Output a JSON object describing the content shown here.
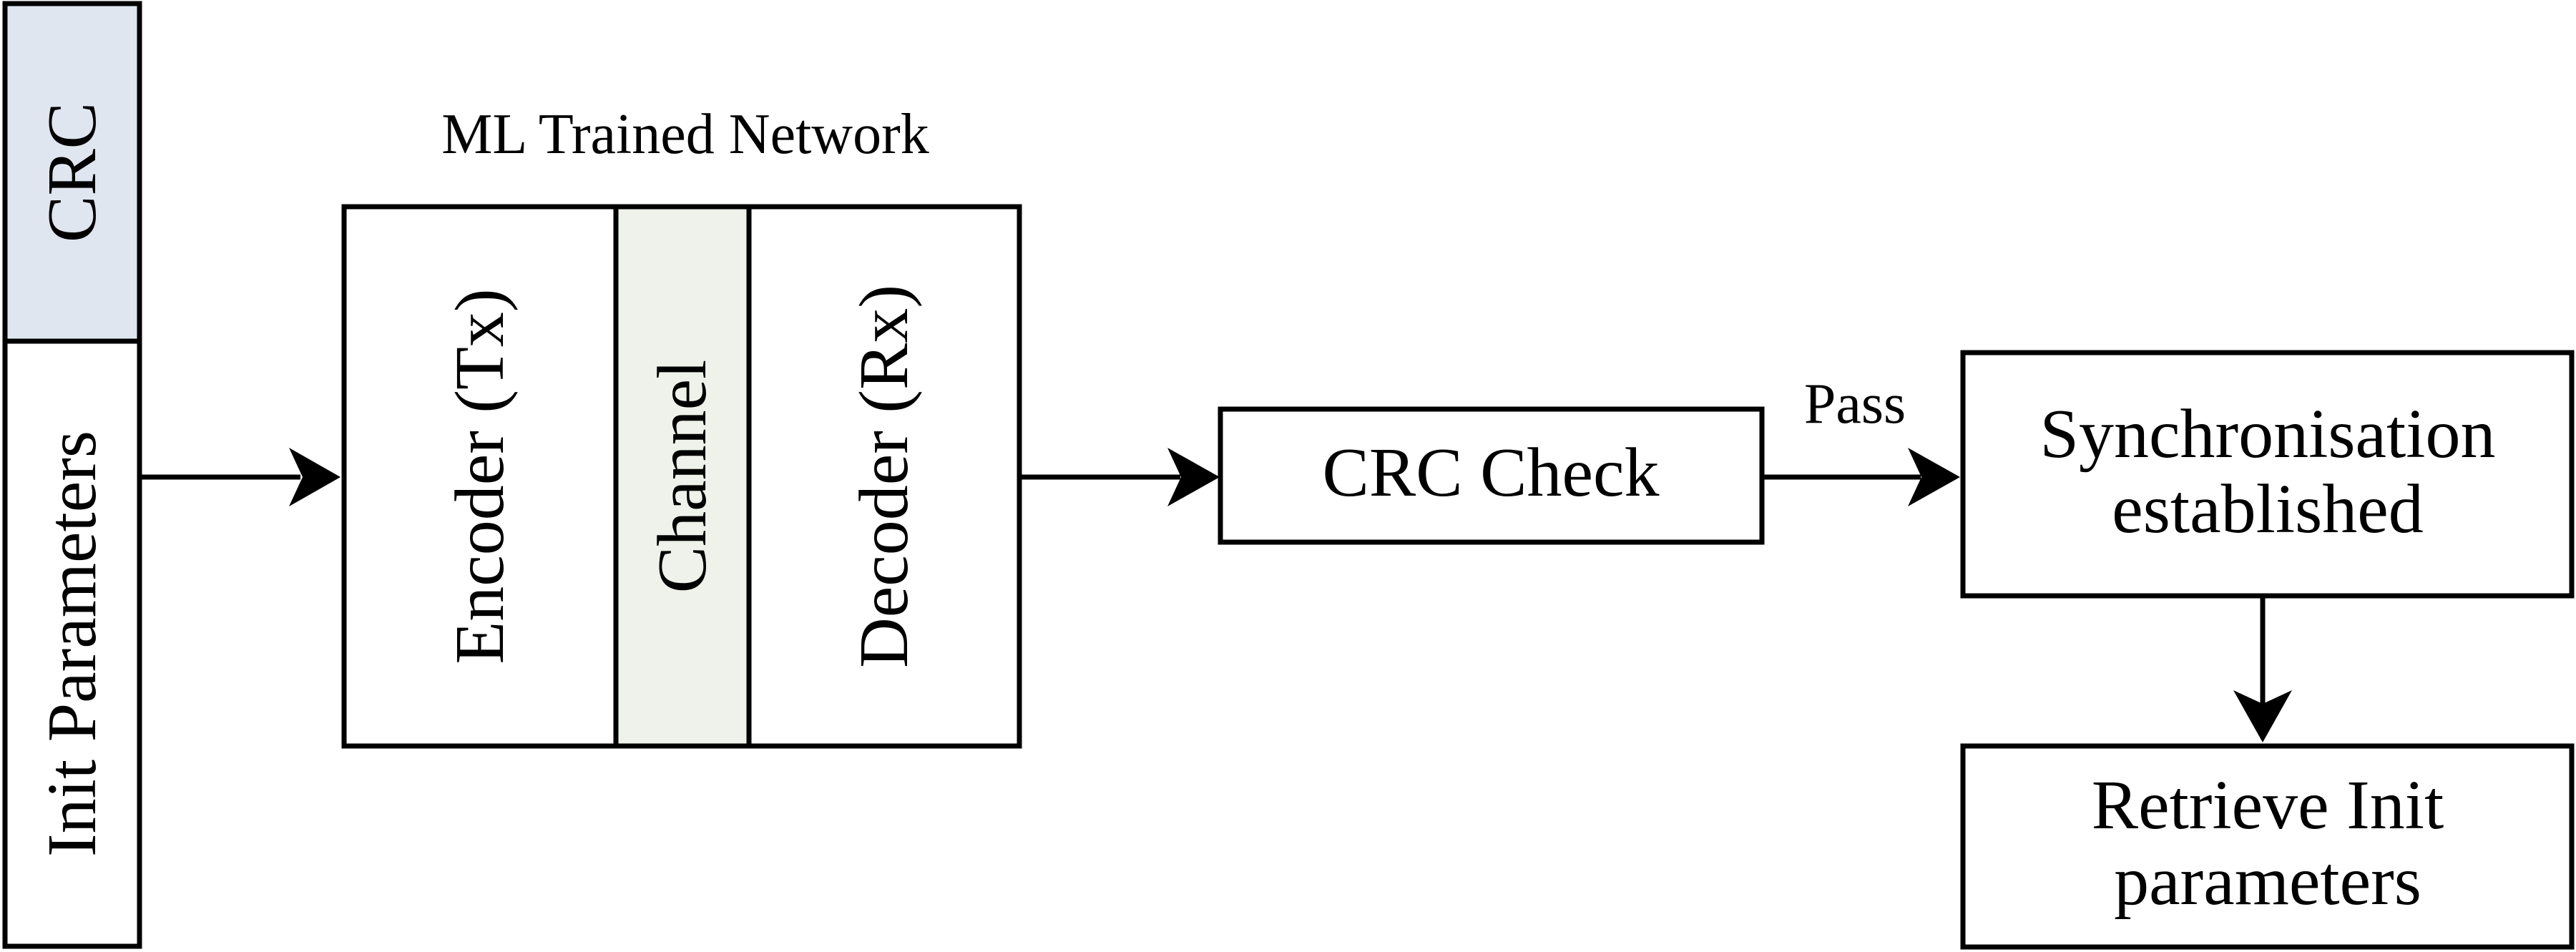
{
  "diagram": {
    "frame": {
      "crc_label": "CRC",
      "init_label": "Init Parameters",
      "crc_fill": "#dfe6f0",
      "init_fill": "#ffffff"
    },
    "network": {
      "title": "ML Trained Network",
      "encoder_label": "Encoder (Tx)",
      "channel_label": "Channel",
      "decoder_label": "Decoder (Rx)",
      "channel_fill": "#eef2ea"
    },
    "crc_check": {
      "label": "CRC Check"
    },
    "pass_label": "Pass",
    "sync": {
      "line1": "Synchronisation",
      "line2": "established"
    },
    "retrieve": {
      "line1": "Retrieve Init",
      "line2": "parameters"
    },
    "colors": {
      "line": "#000000",
      "background": "#ffffff"
    }
  }
}
